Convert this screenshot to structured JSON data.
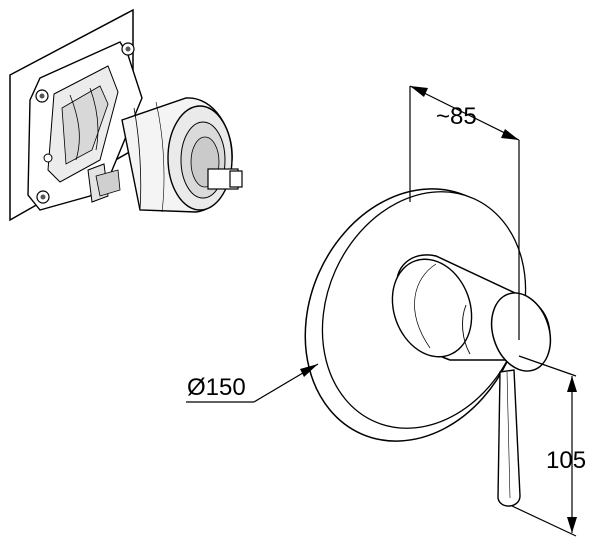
{
  "dimensions": {
    "depth_label": "~85",
    "diameter_label": "Ø150",
    "height_label": "105"
  }
}
